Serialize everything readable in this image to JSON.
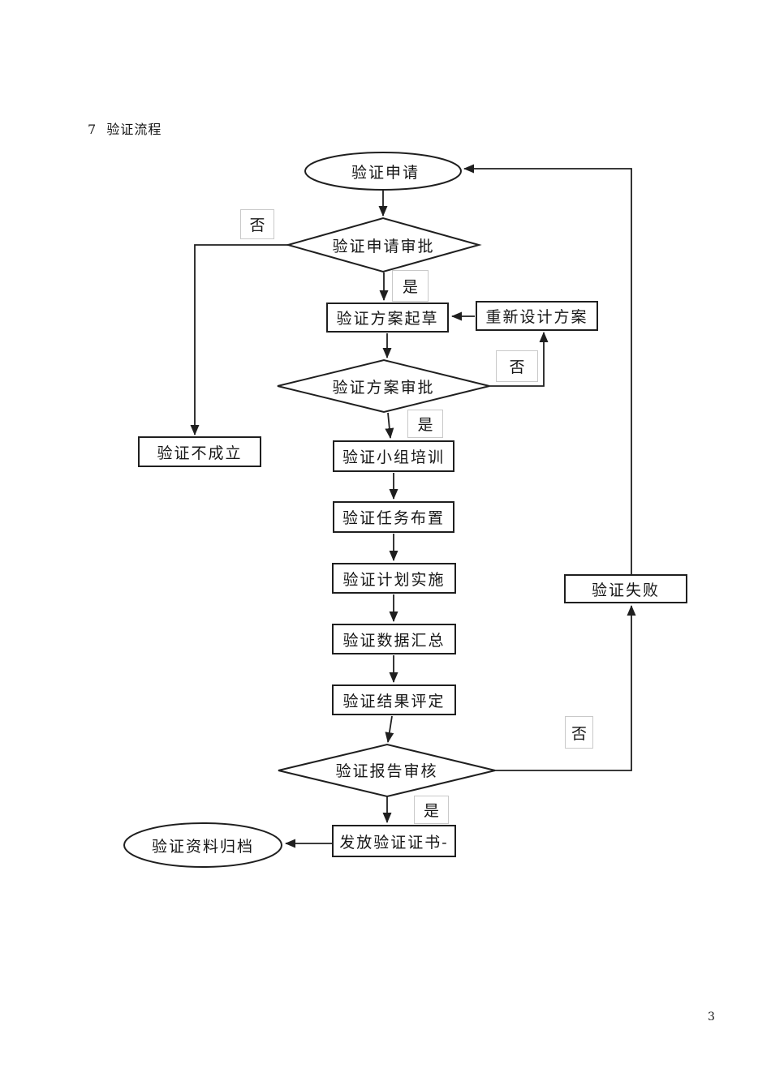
{
  "page": {
    "heading": "7  验证流程",
    "page_number": "3"
  },
  "colors": {
    "line": "#1f1f1f",
    "label-border": "#c9c9c9",
    "paper": "#ffffff"
  },
  "flowchart": {
    "nodes": {
      "start": "验证申请",
      "apply_review": "验证申请审批",
      "plan_draft": "验证方案起草",
      "redesign": "重新设计方案",
      "not_established": "验证不成立",
      "plan_review": "验证方案审批",
      "team_training": "验证小组培训",
      "task_assign": "验证任务布置",
      "plan_implement": "验证计划实施",
      "data_summary": "验证数据汇总",
      "result_evaluate": "验证结果评定",
      "report_review": "验证报告审核",
      "fail": "验证失败",
      "issue_cert": "发放验证证书-",
      "archive": "验证资料归档"
    },
    "branch_labels": {
      "yes": "是",
      "no": "否"
    }
  }
}
